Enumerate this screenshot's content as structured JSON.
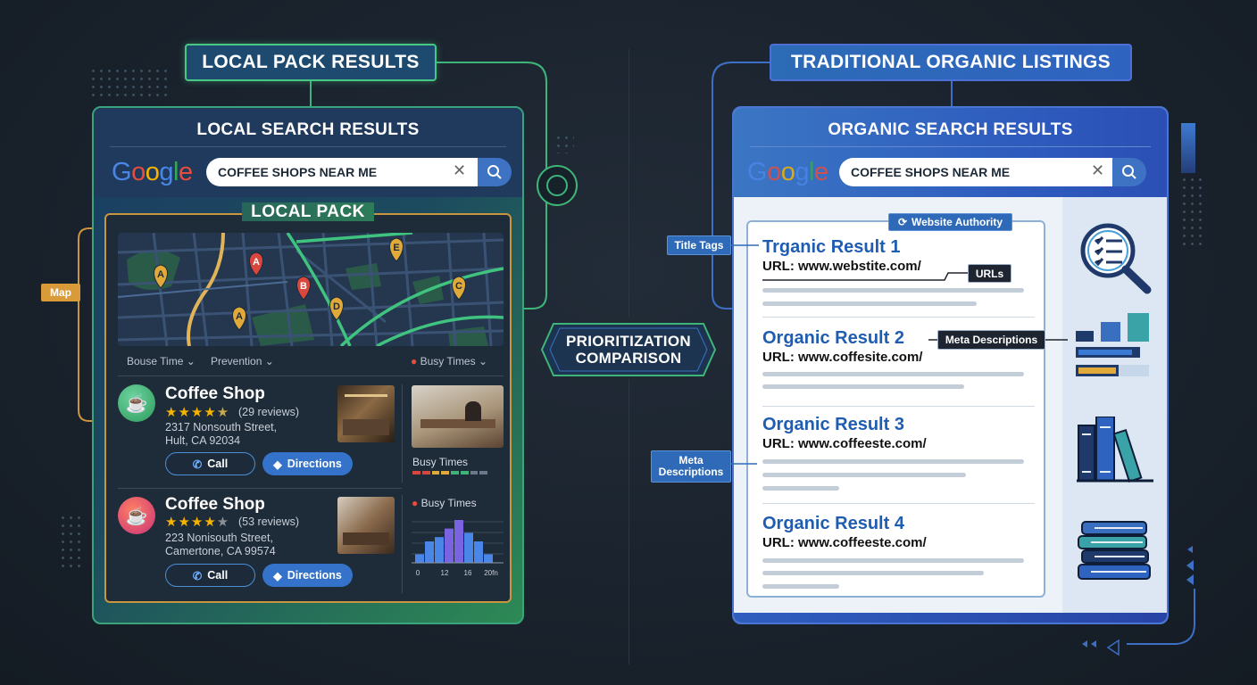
{
  "left": {
    "title": "LOCAL PACK RESULTS",
    "panel_title": "LOCAL SEARCH RESULTS",
    "logo": "Google",
    "search_value": "COFFEE SHOPS NEAR ME",
    "local_pack_label": "LOCAL PACK",
    "map_tag": "Map",
    "map_pins": [
      "A",
      "A",
      "A",
      "B",
      "D",
      "E",
      "C"
    ],
    "filters": {
      "f1": "Bouse Time",
      "f2": "Prevention",
      "f3": "Busy Times"
    },
    "listings": [
      {
        "name": "Coffee Shop",
        "rating": 4.5,
        "reviews": "(29 reviews)",
        "addr1": "2317 Nonsouth Street,",
        "addr2": "Hult, CA 92034",
        "call": "Call",
        "directions": "Directions",
        "busy_label": "Busy Times"
      },
      {
        "name": "Coffee Shop",
        "rating": 4,
        "reviews": "(53 reviews)",
        "addr1": "223 Nonisouth Street,",
        "addr2": "Camertone, CA 99574",
        "call": "Call",
        "directions": "Directions",
        "busy_label": "Busy Times"
      }
    ],
    "busy_chart": {
      "values": [
        2,
        5,
        6,
        8,
        10,
        7,
        5,
        2
      ],
      "ticks": [
        "0",
        "12",
        "16",
        "20fn"
      ]
    }
  },
  "center": {
    "line1": "PRIORITIZATION",
    "line2": "COMPARISON"
  },
  "right": {
    "title": "TRADITIONAL ORGANIC LISTINGS",
    "panel_title": "ORGANIC SEARCH RESULTS",
    "logo": "Google",
    "search_value": "COFFEE SHOPS NEAR ME",
    "tags": {
      "authority": "Website Authority",
      "title_tags": "Title Tags",
      "urls": "URLs",
      "meta1": "Meta Descriptions",
      "meta2_l1": "Meta",
      "meta2_l2": "Descriptions"
    },
    "results": [
      {
        "title": "Trganic Result 1",
        "url": "URL: www.webstite.com/"
      },
      {
        "title": "Organic Result 2",
        "url": "URL: www.coffesite.com/"
      },
      {
        "title": "Organic Result 3",
        "url": "URL: www.coffeeste.com/"
      },
      {
        "title": "Organic Result 4",
        "url": "URL: www.coffeeste.com/"
      }
    ]
  },
  "colors": {
    "green_accent": "#49c784",
    "gold_accent": "#c9953e",
    "blue_accent": "#3473c9"
  }
}
